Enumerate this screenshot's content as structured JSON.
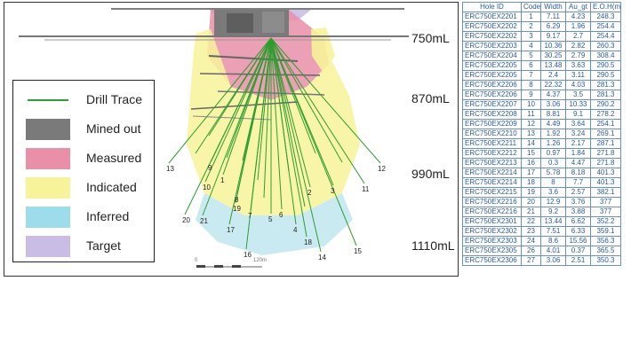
{
  "levels": [
    "750mL",
    "870mL",
    "990mL",
    "1110mL"
  ],
  "legend": [
    {
      "label": "Drill Trace",
      "kind": "line",
      "color": "#2f9d2f"
    },
    {
      "label": "Mined out",
      "kind": "box",
      "color": "#7a7a7a"
    },
    {
      "label": "Measured",
      "kind": "box",
      "color": "#e98fa8"
    },
    {
      "label": "Indicated",
      "kind": "box",
      "color": "#f7f39a"
    },
    {
      "label": "Inferred",
      "kind": "box",
      "color": "#9ddcea"
    },
    {
      "label": "Target",
      "kind": "box",
      "color": "#c9bde6"
    }
  ],
  "scale": {
    "start_label": "0",
    "end_label": "120m"
  },
  "hole_labels": [
    "1",
    "2",
    "3",
    "4",
    "5",
    "6",
    "7",
    "8",
    "9",
    "10",
    "11",
    "12",
    "13",
    "14",
    "15",
    "16",
    "17",
    "18",
    "19",
    "20",
    "21"
  ],
  "table": {
    "headers": [
      "Hole ID",
      "Code",
      "Width",
      "Au_gt",
      "E.O.H(m)"
    ],
    "rows": [
      [
        "ERC750EX2201",
        "1",
        "7.11",
        "4.23",
        "248.3"
      ],
      [
        "ERC750EX2202",
        "2",
        "6.29",
        "1.96",
        "254.4"
      ],
      [
        "ERC750EX2202",
        "3",
        "9.17",
        "2.7",
        "254.4"
      ],
      [
        "ERC750EX2203",
        "4",
        "10.36",
        "2.82",
        "260.3"
      ],
      [
        "ERC750EX2204",
        "5",
        "30.25",
        "2.79",
        "308.4"
      ],
      [
        "ERC750EX2205",
        "6",
        "13.48",
        "3.63",
        "290.5"
      ],
      [
        "ERC750EX2205",
        "7",
        "2.4",
        "3.11",
        "290.5"
      ],
      [
        "ERC750EX2206",
        "8",
        "22.32",
        "4.03",
        "281.3"
      ],
      [
        "ERC750EX2206",
        "9",
        "4.37",
        "3.5",
        "281.3"
      ],
      [
        "ERC750EX2207",
        "10",
        "3.06",
        "10.33",
        "290.2"
      ],
      [
        "ERC750EX2208",
        "11",
        "8.81",
        "9.1",
        "278.2"
      ],
      [
        "ERC750EX2209",
        "12",
        "4.49",
        "3.64",
        "254.1"
      ],
      [
        "ERC750EX2210",
        "13",
        "1.92",
        "3.24",
        "269.1"
      ],
      [
        "ERC750EX2211",
        "14",
        "1.26",
        "2.17",
        "287.1"
      ],
      [
        "ERC750EX2212",
        "15",
        "0.97",
        "1.84",
        "271.8"
      ],
      [
        "ERC750EX2213",
        "16",
        "0.3",
        "4.47",
        "271.8"
      ],
      [
        "ERC750EX2214",
        "17",
        "5.78",
        "8.18",
        "401.3"
      ],
      [
        "ERC750EX2214",
        "18",
        "8",
        "7.7",
        "401.3"
      ],
      [
        "ERC750EX2215",
        "19",
        "3.6",
        "2.57",
        "382.1"
      ],
      [
        "ERC750EX2216",
        "20",
        "12.9",
        "3.76",
        "377"
      ],
      [
        "ERC750EX2216",
        "21",
        "9.2",
        "3.88",
        "377"
      ],
      [
        "ERC750EX2301",
        "22",
        "13.44",
        "6.62",
        "352.2"
      ],
      [
        "ERC750EX2302",
        "23",
        "7.51",
        "6.33",
        "359.1"
      ],
      [
        "ERC750EX2303",
        "24",
        "8.6",
        "15.56",
        "356.3"
      ],
      [
        "ERC750EX2305",
        "26",
        "4.01",
        "0.37",
        "365.5"
      ],
      [
        "ERC750EX2306",
        "27",
        "3.06",
        "2.51",
        "350.3"
      ]
    ]
  }
}
